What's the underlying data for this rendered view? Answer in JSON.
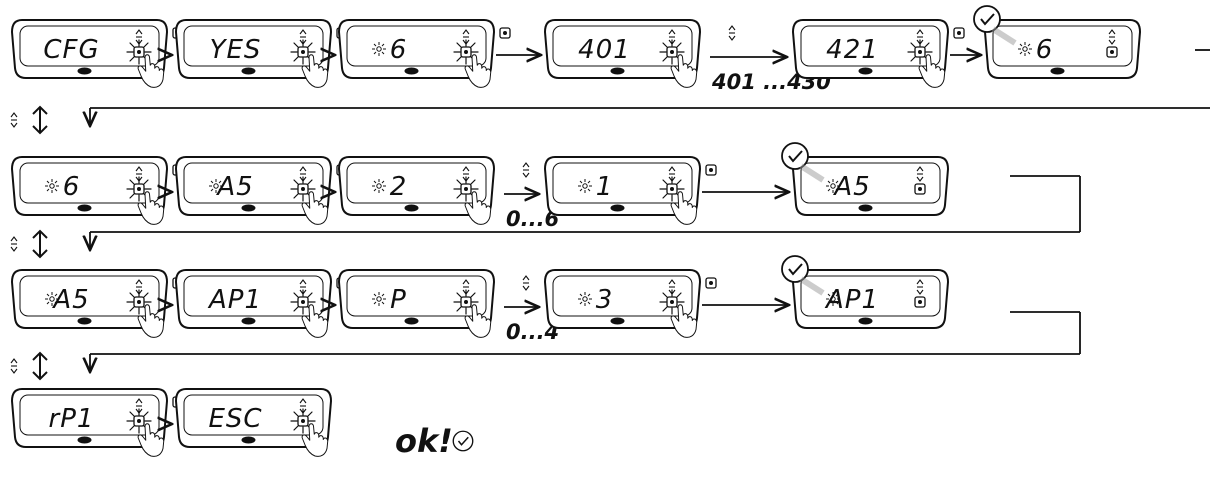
{
  "diagram": {
    "rows": [
      {
        "steps": [
          {
            "display": "CFG",
            "action": "button-press"
          },
          {
            "display": "YES",
            "action": "button-press"
          },
          {
            "display": "6",
            "action": "button-press"
          },
          {
            "display": "401",
            "action": "button-press"
          },
          {
            "display": "421",
            "action": "button-press"
          },
          {
            "display": "6",
            "action": "confirmed"
          }
        ],
        "range_label": "401 ...430"
      },
      {
        "steps": [
          {
            "display": "6",
            "action": "button-press"
          },
          {
            "display": "A5",
            "action": "button-press"
          },
          {
            "display": "2",
            "action": "button-press"
          },
          {
            "display": "1",
            "action": "button-press"
          },
          {
            "display": "A5",
            "action": "confirmed"
          }
        ],
        "range_label": "0...6"
      },
      {
        "steps": [
          {
            "display": "A5",
            "action": "button-press"
          },
          {
            "display": "AP1",
            "action": "button-press"
          },
          {
            "display": "P",
            "action": "button-press"
          },
          {
            "display": "3",
            "action": "button-press"
          },
          {
            "display": "AP1",
            "action": "confirmed"
          }
        ],
        "range_label": "0...4"
      },
      {
        "steps": [
          {
            "display": "rP1",
            "action": "button-press"
          },
          {
            "display": "ESC",
            "action": "button-press"
          }
        ]
      }
    ],
    "final_label": "ok!"
  }
}
